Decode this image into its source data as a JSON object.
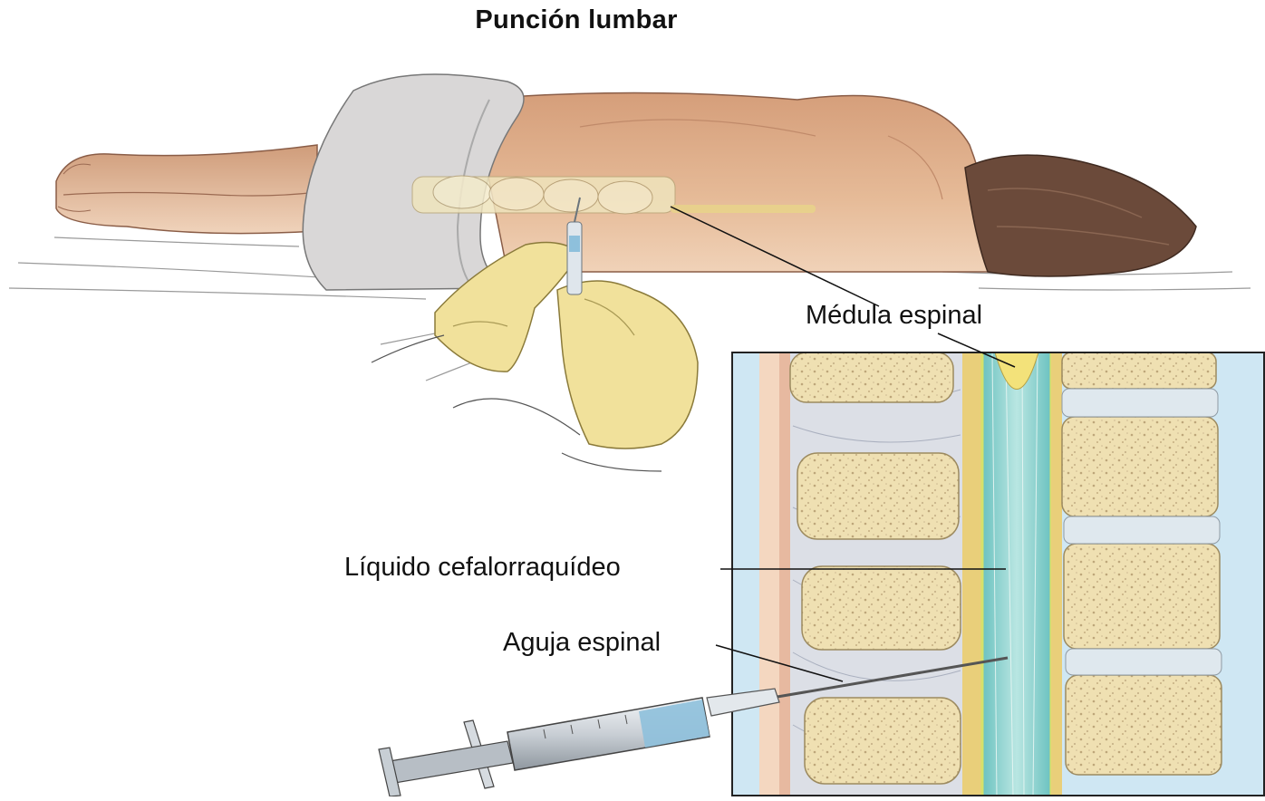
{
  "title": "Punción lumbar",
  "labels": {
    "spinal_cord": "Médula espinal",
    "csf": "Líquido cefalorraquídeo",
    "needle": "Aguja espinal"
  },
  "colors": {
    "skin": "#e2b48f",
    "skin_shadow": "#c98f6c",
    "underwear": "#d8d6d6",
    "hair": "#6b4a3a",
    "glove": "#f0e09a",
    "bone": "#f1e4b9",
    "bone_dots": "#c9b487",
    "disc": "#dfe8ee",
    "csf": "#8fd2cf",
    "cord": "#f3e27a",
    "panel_bg": "#cfe7f3",
    "syringe_fluid": "#8ec0dc"
  }
}
